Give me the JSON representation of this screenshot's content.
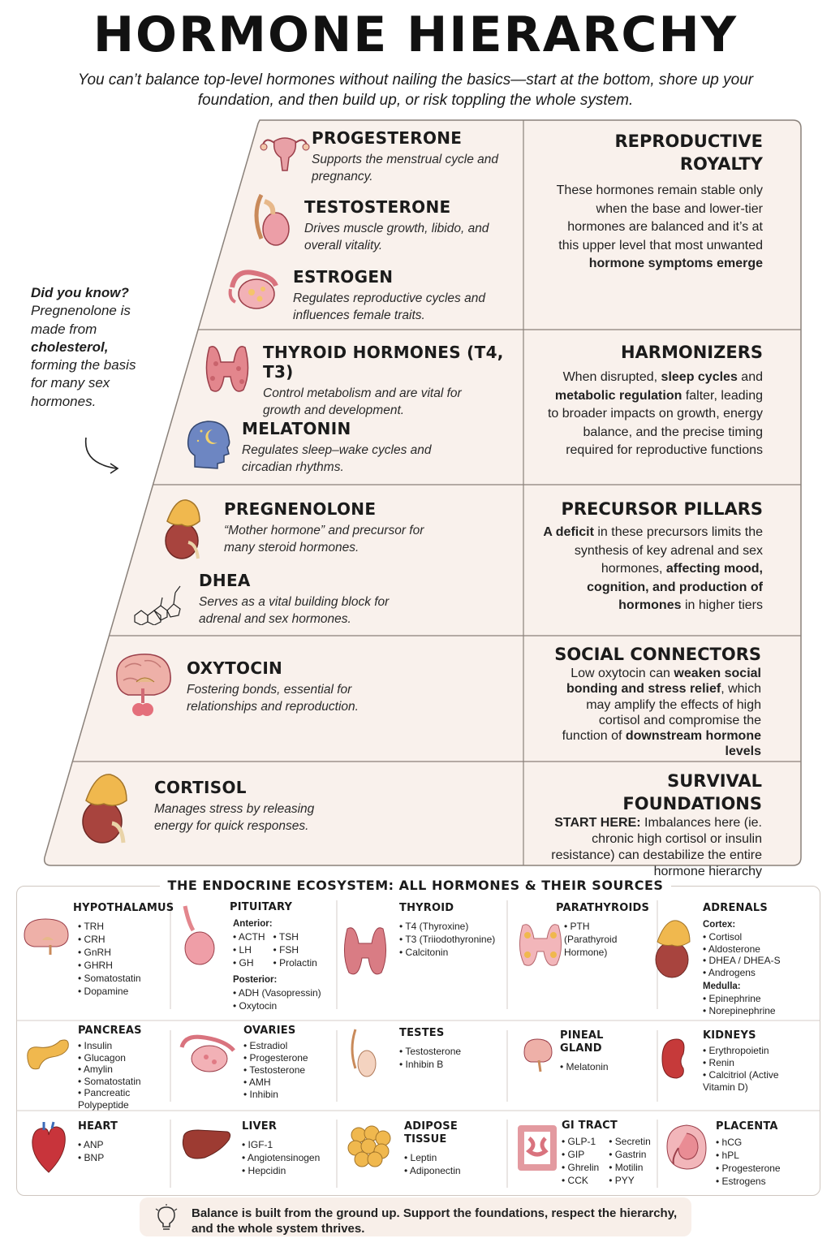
{
  "title": "HORMONE HIERARCHY",
  "subtitle": "You can’t balance top-level hormones without nailing the basics—start at the bottom, shore up your foundation, and then build up, or risk toppling the whole system.",
  "colors": {
    "tier_fill": "#f9f1ec",
    "border": "#8a817a",
    "accent": "#c0464f"
  },
  "did_you_know": {
    "q": "Did you know?",
    "t1": "Pregnenolone is made from",
    "bold": "cholesterol,",
    "t2": "forming the basis for many sex hormones."
  },
  "tiers": {
    "progesterone": {
      "icon": "uterus-icon",
      "name": "PROGESTERONE",
      "desc": "Supports the menstrual cycle and pregnancy."
    },
    "testosterone": {
      "icon": "testis-icon",
      "name": "TESTOSTERONE",
      "desc": "Drives muscle growth, libido, and overall vitality."
    },
    "estrogen": {
      "icon": "ovary-icon",
      "name": "ESTROGEN",
      "desc": "Regulates reproductive cycles and influences female traits."
    },
    "thyroid": {
      "icon": "thyroid-icon",
      "name": "THYROID HORMONES (T4, T3)",
      "desc": "Control metabolism and are vital for growth and development."
    },
    "melatonin": {
      "icon": "head-moon-icon",
      "name": "MELATONIN",
      "desc": "Regulates sleep–wake cycles and circadian rhythms."
    },
    "pregnenolone": {
      "icon": "adrenal-icon",
      "name": "PREGNENOLONE",
      "desc": "“Mother hormone” and precursor for many steroid hormones."
    },
    "dhea": {
      "icon": "molecule-icon",
      "name": "DHEA",
      "desc": "Serves as a vital building block for adrenal and sex hormones."
    },
    "oxytocin": {
      "icon": "brain-icon",
      "name": "OXYTOCIN",
      "desc": "Fostering bonds, essential for relationships and reproduction."
    },
    "cortisol": {
      "icon": "adrenal-kidney-icon",
      "name": "CORTISOL",
      "desc": "Manages stress by releasing energy for quick responses."
    }
  },
  "right": {
    "royalty": {
      "title": "REPRODUCTIVE ROYALTY",
      "text": "These hormones remain stable only when the base and lower-tier hormones are balanced and it’s at this upper level that most unwanted",
      "bold": "hormone symptoms emerge"
    },
    "harmonizers": {
      "title": "HARMONIZERS",
      "t1": "When disrupted,",
      "b1": "sleep cycles",
      "t2": "and",
      "b2": "metabolic regulation",
      "t3": "falter, leading to broader impacts on growth, energy balance, and the precise timing required for reproductive functions"
    },
    "precursor": {
      "title": "PRECURSOR PILLARS",
      "b1": "A deficit",
      "t1": "in these precursors limits the synthesis of key adrenal and sex hormones,",
      "b2": "affecting mood, cognition, and production of hormones",
      "t2": "in higher tiers"
    },
    "social": {
      "title": "SOCIAL CONNECTORS",
      "t1": "Low oxytocin can",
      "b1": "weaken social bonding and stress relief",
      "t2": ", which may amplify the effects of high cortisol and compromise the function of",
      "b2": "downstream hormone levels"
    },
    "survival": {
      "title": "SURVIVAL FOUNDATIONS",
      "b1": "START HERE:",
      "t1": "Imbalances here (ie. chronic high cortisol or insulin resistance) can destabilize the entire hormone hierarchy"
    }
  },
  "eco_title": "THE ENDOCRINE ECOSYSTEM: ALL HORMONES & THEIR SOURCES",
  "glands": {
    "hypothalamus": {
      "name": "HYPOTHALAMUS",
      "items": [
        "TRH",
        "CRH",
        "GnRH",
        "GHRH",
        "Somatostatin",
        "Dopamine"
      ]
    },
    "pituitary": {
      "name": "PITUITARY",
      "anterior_label": "Anterior:",
      "anterior_a": [
        "ACTH",
        "LH",
        "GH"
      ],
      "anterior_b": [
        "TSH",
        "FSH",
        "Prolactin"
      ],
      "posterior_label": "Posterior:",
      "posterior": [
        "ADH (Vasopressin)",
        "Oxytocin"
      ]
    },
    "thyroid": {
      "name": "THYROID",
      "items": [
        "T4 (Thyroxine)",
        "T3 (Triiodothyronine)",
        "Calcitonin"
      ]
    },
    "parathyroids": {
      "name": "PARATHYROIDS",
      "items": [
        "PTH (Parathyroid Hormone)"
      ]
    },
    "adrenals": {
      "name": "ADRENALS",
      "cortex_label": "Cortex:",
      "cortex": [
        "Cortisol",
        "Aldosterone",
        "DHEA / DHEA-S",
        "Androgens"
      ],
      "medulla_label": "Medulla:",
      "medulla": [
        "Epinephrine",
        "Norepinephrine"
      ]
    },
    "pancreas": {
      "name": "PANCREAS",
      "items": [
        "Insulin",
        "Glucagon",
        "Amylin",
        "Somatostatin",
        "Pancreatic Polypeptide"
      ]
    },
    "ovaries": {
      "name": "OVARIES",
      "items": [
        "Estradiol",
        "Progesterone",
        "Testosterone",
        "AMH",
        "Inhibin"
      ]
    },
    "testes": {
      "name": "TESTES",
      "items": [
        "Testosterone",
        "Inhibin B"
      ]
    },
    "pineal": {
      "name": "PINEAL GLAND",
      "items": [
        "Melatonin"
      ]
    },
    "kidneys": {
      "name": "KIDNEYS",
      "items": [
        "Erythropoietin",
        "Renin",
        "Calcitriol (Active Vitamin D)"
      ]
    },
    "heart": {
      "name": "HEART",
      "items": [
        "ANP",
        "BNP"
      ]
    },
    "liver": {
      "name": "LIVER",
      "items": [
        "IGF-1",
        "Angiotensinogen",
        "Hepcidin"
      ]
    },
    "adipose": {
      "name": "ADIPOSE TISSUE",
      "items": [
        "Leptin",
        "Adiponectin"
      ]
    },
    "gi": {
      "name": "GI TRACT",
      "col_a": [
        "GLP-1",
        "GIP",
        "Ghrelin",
        "CCK"
      ],
      "col_b": [
        "Secretin",
        "Gastrin",
        "Motilin",
        "PYY"
      ]
    },
    "placenta": {
      "name": "PLACENTA",
      "items": [
        "hCG",
        "hPL",
        "Progesterone",
        "Estrogens"
      ]
    }
  },
  "footer": {
    "icon": "lightbulb-icon",
    "text": "Balance is built from the ground up. Support the foundations, respect the hierarchy, and the whole system thrives."
  }
}
